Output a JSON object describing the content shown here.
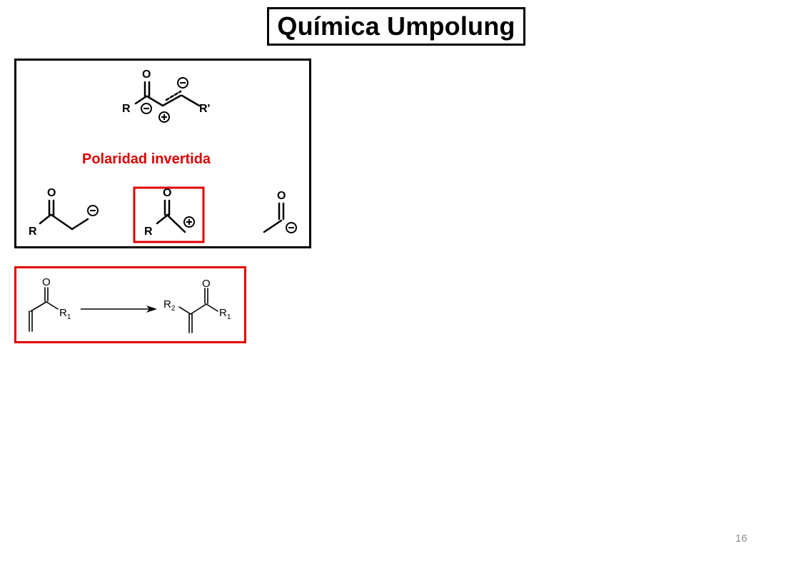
{
  "slide": {
    "title": "Química Umpolung",
    "page_number": "16"
  },
  "polarity_panel": {
    "general_structure": {
      "oxygen": "O",
      "r_group": "R",
      "r_prime_group": "R'"
    },
    "caption": "Polaridad invertida",
    "synthons": [
      {
        "oxygen": "O",
        "r_group": "R",
        "charge": "negative"
      },
      {
        "oxygen": "O",
        "r_group": "R",
        "charge": "positive",
        "highlighted": true
      },
      {
        "oxygen": "O",
        "charge": "negative"
      }
    ],
    "highlight_color": "#e00000"
  },
  "reaction_panel": {
    "reactant": {
      "oxygen": "O",
      "substituent": "R",
      "substituent_index": "1"
    },
    "product": {
      "oxygen": "O",
      "substituent": "R",
      "substituent_index": "1",
      "alpha_substituent": "R",
      "alpha_substituent_index": "2"
    },
    "border_color": "#e00000"
  }
}
